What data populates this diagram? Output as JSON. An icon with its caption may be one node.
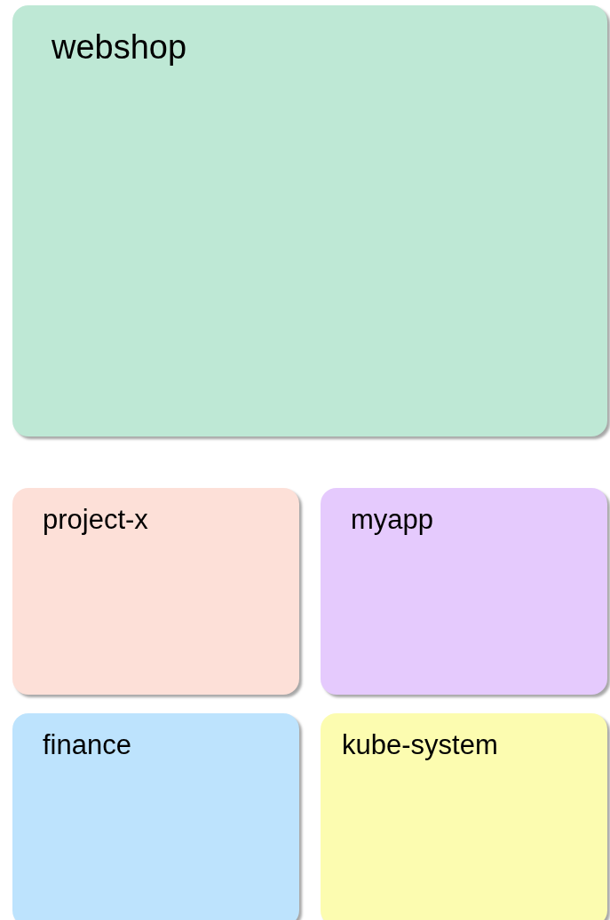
{
  "diagram": {
    "nodes": [
      {
        "text": [
          "webshop"
        ]
      },
      {
        "text": [
          "project-x"
        ]
      },
      {
        "text": [
          "myapp"
        ]
      },
      {
        "text": [
          "finance"
        ]
      },
      {
        "text": [
          "kube-system"
        ]
      }
    ]
  }
}
